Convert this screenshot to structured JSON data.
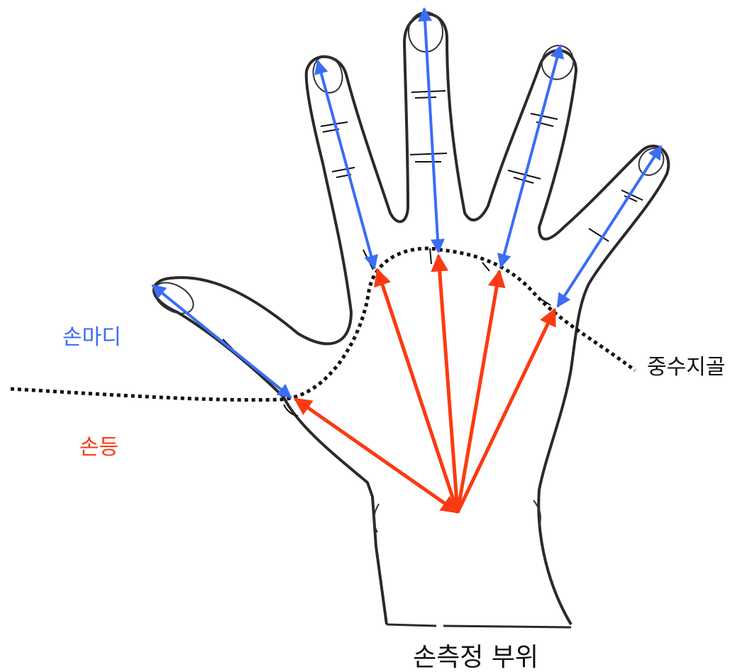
{
  "labels": {
    "finger_segment": "손마디",
    "back_of_hand": "손등",
    "metacarpal_line": "중수지골",
    "measurement_site": "손측정 부위"
  },
  "colors": {
    "finger_segment": "#3b6df5",
    "back_of_hand": "#fb3a12",
    "outline": "#2a2a2a",
    "metacarpal_line": "#111111"
  }
}
